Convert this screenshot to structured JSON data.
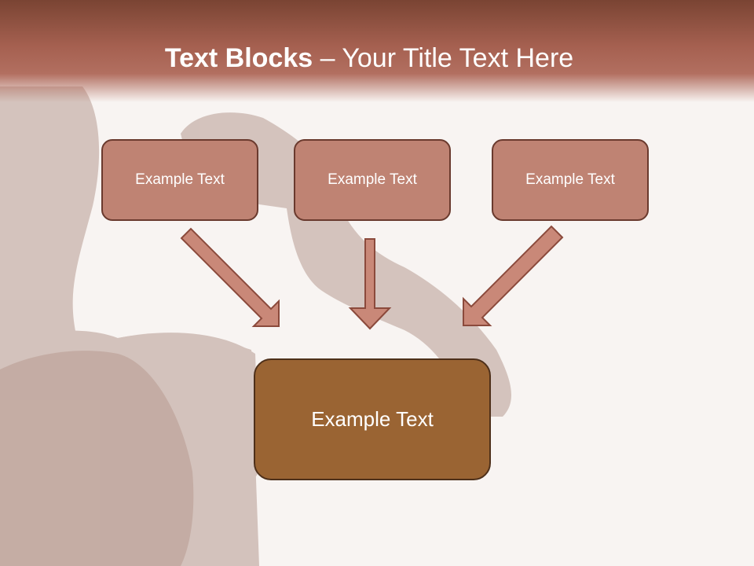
{
  "slide": {
    "title_bold": "Text Blocks",
    "title_dash": " – ",
    "title_rest": "Your Title Text Here"
  },
  "blocks": [
    {
      "label": "Example Text"
    },
    {
      "label": "Example Text"
    },
    {
      "label": "Example Text"
    }
  ],
  "main_block": {
    "label": "Example Text"
  },
  "colors": {
    "header": "#a56050",
    "box_fill": "#bf8373",
    "box_border": "#6a3a2e",
    "main_fill": "#9a6433",
    "arrow_fill": "#c98878"
  }
}
